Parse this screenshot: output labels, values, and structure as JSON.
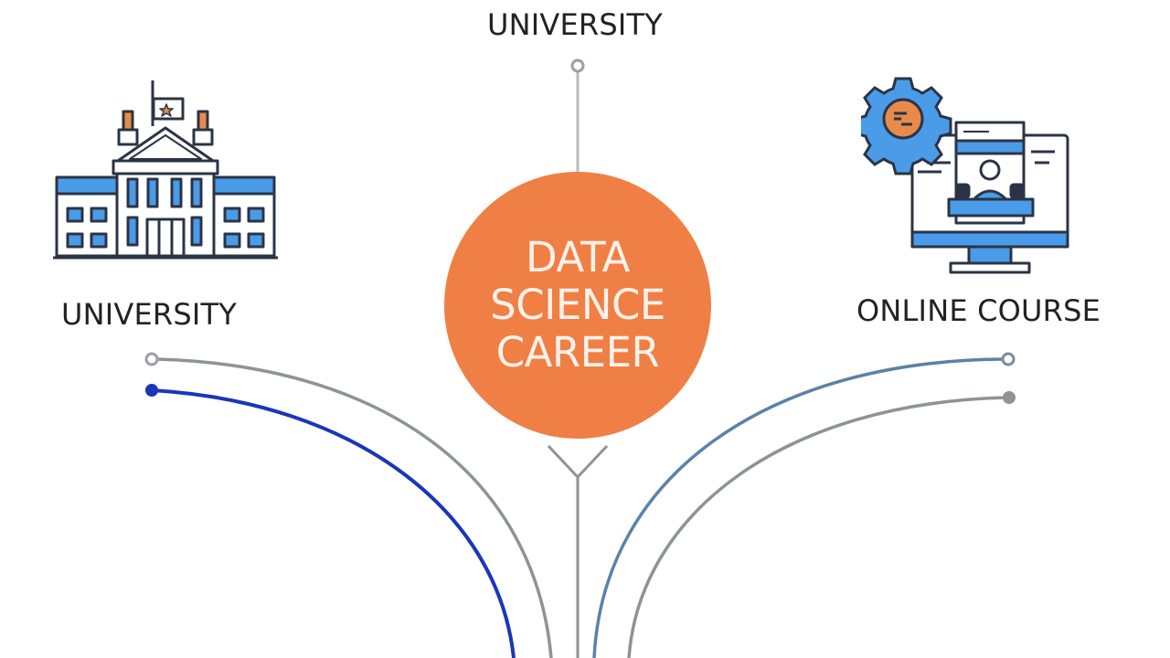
{
  "labels": {
    "top": "UNIVERSITY",
    "left": "UNIVERSITY",
    "right": "ONLINE COURSE"
  },
  "center": {
    "lines": [
      "DATA",
      "SCIENCE",
      "CAREER"
    ],
    "color": "#f07f45"
  },
  "colors": {
    "gray_line": "#8f9396",
    "blue_line": "#1a36b8",
    "steel_line": "#5b82a8",
    "icon_blue": "#4a9be8",
    "icon_orange": "#e88a4a"
  },
  "icons": {
    "left": "university-building-icon",
    "right": "online-course-monitor-icon"
  }
}
